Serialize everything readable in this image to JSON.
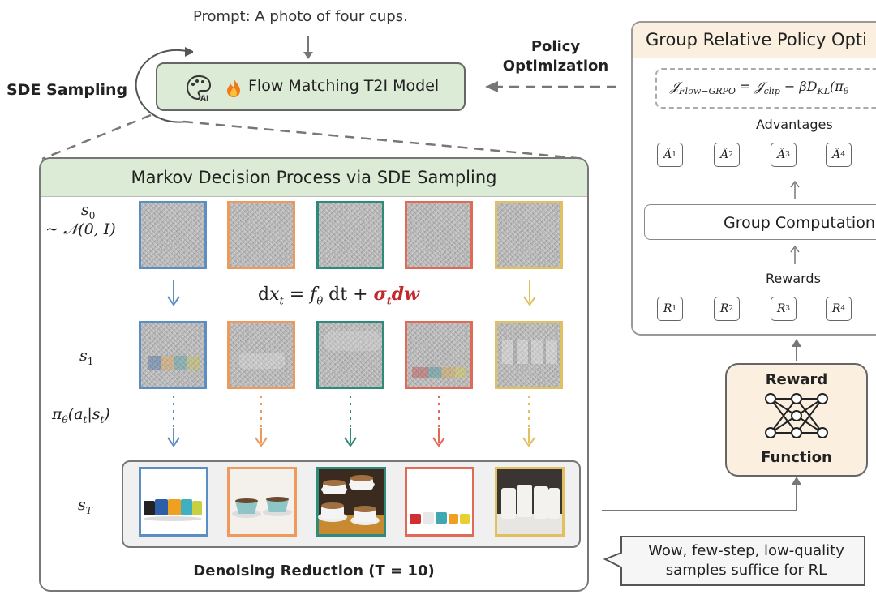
{
  "prompt": "Prompt: A photo of four cups.",
  "sde_sampling_label": "SDE Sampling",
  "model_label": "Flow Matching T2I Model",
  "policy_opt_label": [
    "Policy",
    "Optimization"
  ],
  "mdp": {
    "title": "Markov Decision Process via SDE Sampling",
    "s0": "s0",
    "s0_dist": "~ 𝒩(0, I)",
    "s1": "s1",
    "policy": "πθ(at|st)",
    "sT": "sT",
    "equation": "dxt = fθ dt + σt dw",
    "footer": "Denoising Reduction (T = 10)"
  },
  "grpo": {
    "title": "Group Relative Policy Opti",
    "objective": "𝒥Flow−GRPO = 𝒥clip − βDKL(πθ",
    "advantages_label": "Advantages",
    "advantages": [
      "Â1",
      "Â2",
      "Â3",
      "Â4"
    ],
    "group_computation": "Group Computation",
    "rewards_label": "Rewards",
    "rewards": [
      "R1",
      "R2",
      "R3",
      "R4"
    ]
  },
  "reward_function": {
    "line1": "Reward",
    "line2": "Function"
  },
  "speech": "Wow, few-step, low-quality samples suffice for RL",
  "colors": {
    "blue": "#5b8fc4",
    "orange": "#ee9a5c",
    "teal": "#2e8b7c",
    "red": "#e06a55",
    "yellow": "#e0c060",
    "green_fill": "#dcebd6",
    "beige_fill": "#fbf0e0",
    "accent_red": "#c0282c"
  }
}
